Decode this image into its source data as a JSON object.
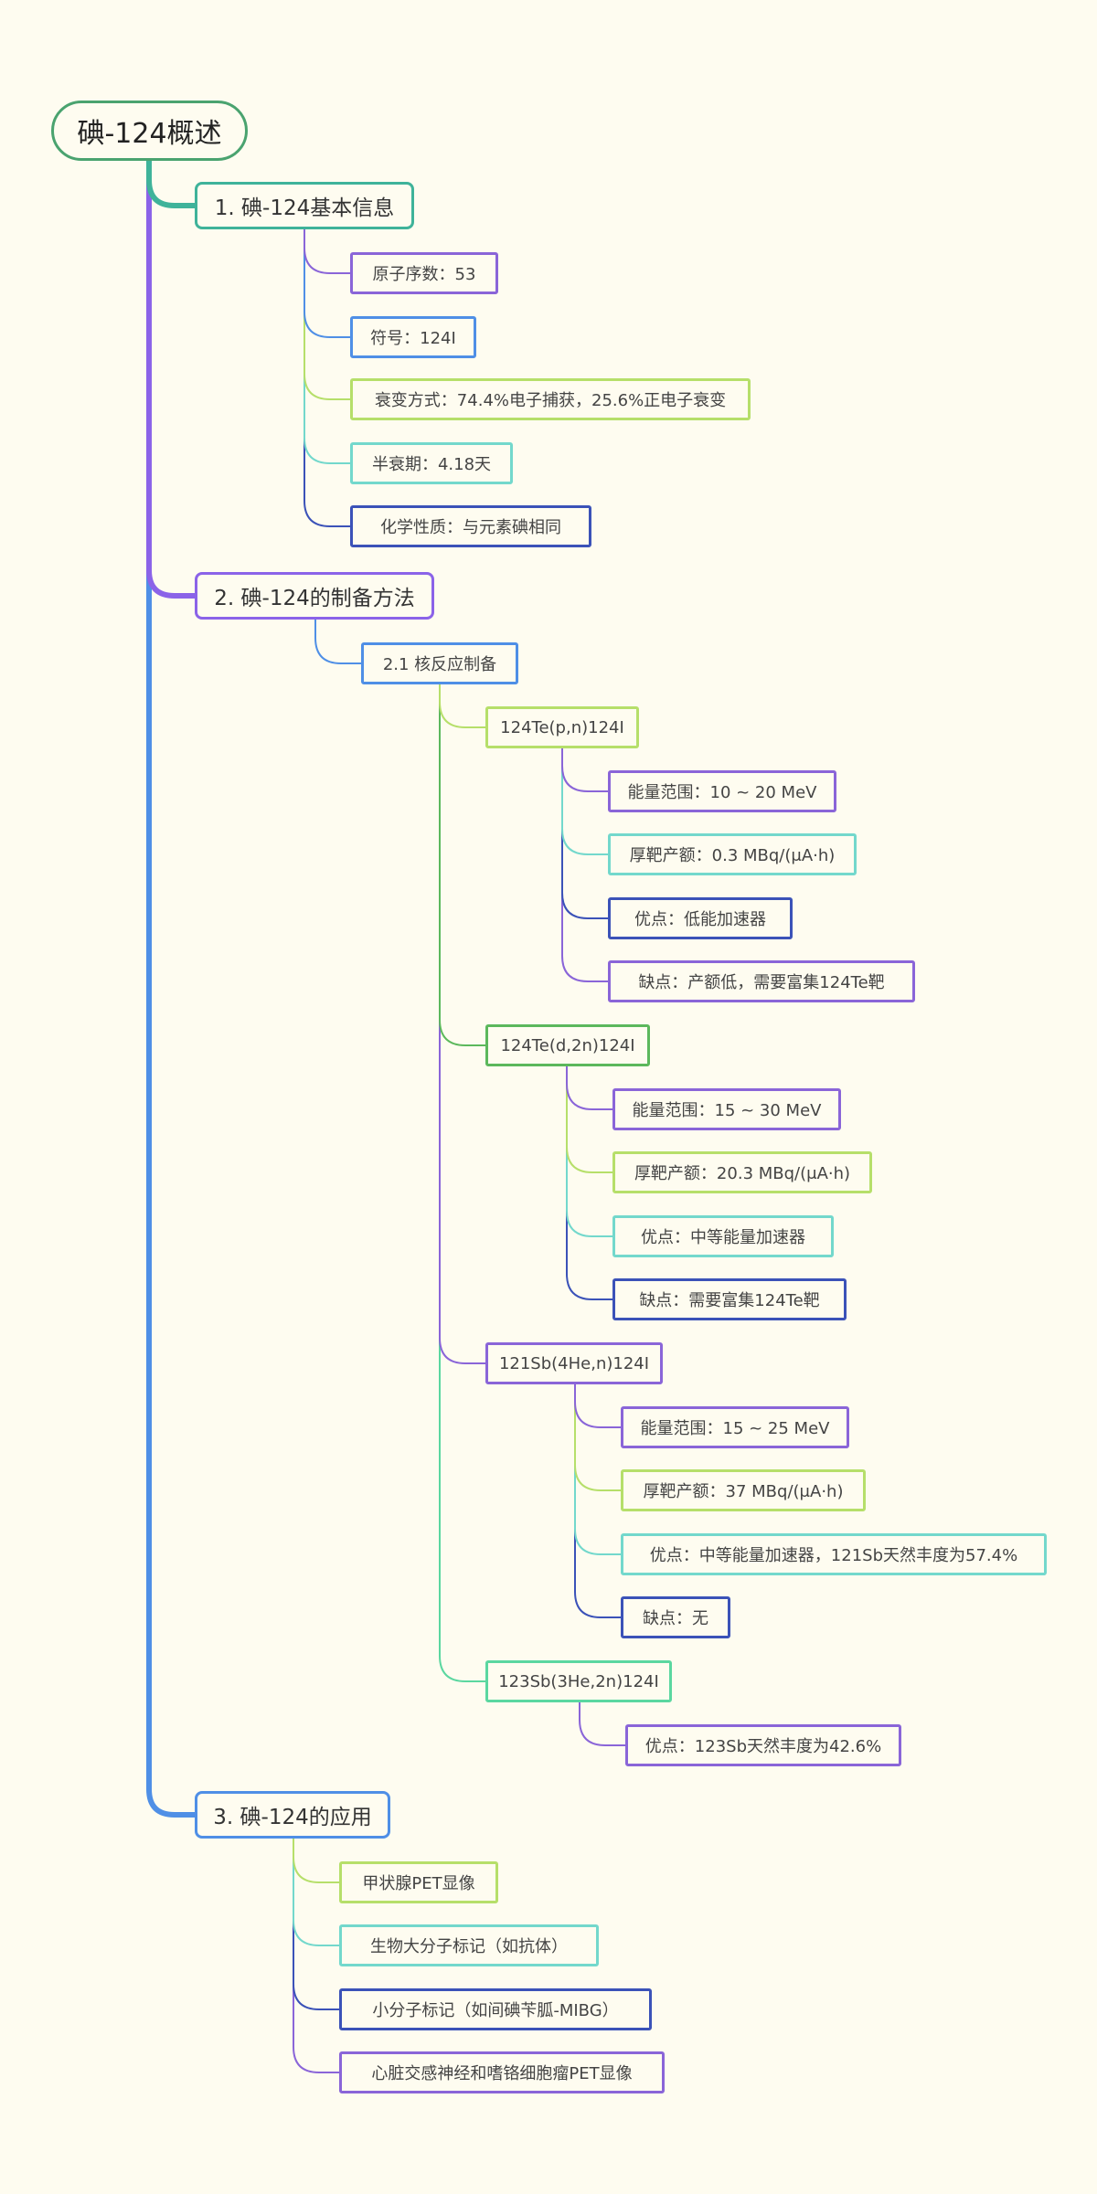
{
  "colors": {
    "background": "#fefcf0",
    "root": "#4aa36f",
    "teal": "#3fb39a",
    "violet": "#8b63e8",
    "blue": "#4f8fe6",
    "purple": "#8a65d8",
    "lime": "#b6df6a",
    "aqua": "#73d8cc",
    "navy": "#3b52b8",
    "green": "#5cb85c",
    "mint": "#5bd7a0"
  },
  "root": {
    "label": "碘-124概述"
  },
  "sections": [
    {
      "label": "1. 碘-124基本信息",
      "items": [
        "原子序数：53",
        "符号：124I",
        "衰变方式：74.4%电子捕获，25.6%正电子衰变",
        "半衰期：4.18天",
        "化学性质：与元素碘相同"
      ]
    },
    {
      "label": "2. 碘-124的制备方法",
      "subsection": {
        "label": "2.1 核反应制备",
        "reactions": [
          {
            "label": "124Te(p,n)124I",
            "items": [
              "能量范围：10 ~ 20 MeV",
              "厚靶产额：0.3 MBq/(μA·h)",
              "优点：低能加速器",
              "缺点：产额低，需要富集124Te靶"
            ]
          },
          {
            "label": "124Te(d,2n)124I",
            "items": [
              "能量范围：15 ~ 30 MeV",
              "厚靶产额：20.3 MBq/(μA·h)",
              "优点：中等能量加速器",
              "缺点：需要富集124Te靶"
            ]
          },
          {
            "label": "121Sb(4He,n)124I",
            "items": [
              "能量范围：15 ~ 25 MeV",
              "厚靶产额：37 MBq/(μA·h)",
              "优点：中等能量加速器，121Sb天然丰度为57.4%",
              "缺点：无"
            ]
          },
          {
            "label": "123Sb(3He,2n)124I",
            "items": [
              "优点：123Sb天然丰度为42.6%"
            ]
          }
        ]
      }
    },
    {
      "label": "3. 碘-124的应用",
      "items": [
        "甲状腺PET显像",
        "生物大分子标记（如抗体）",
        "小分子标记（如间碘苄胍-MIBG）",
        "心脏交感神经和嗜铬细胞瘤PET显像"
      ]
    }
  ]
}
